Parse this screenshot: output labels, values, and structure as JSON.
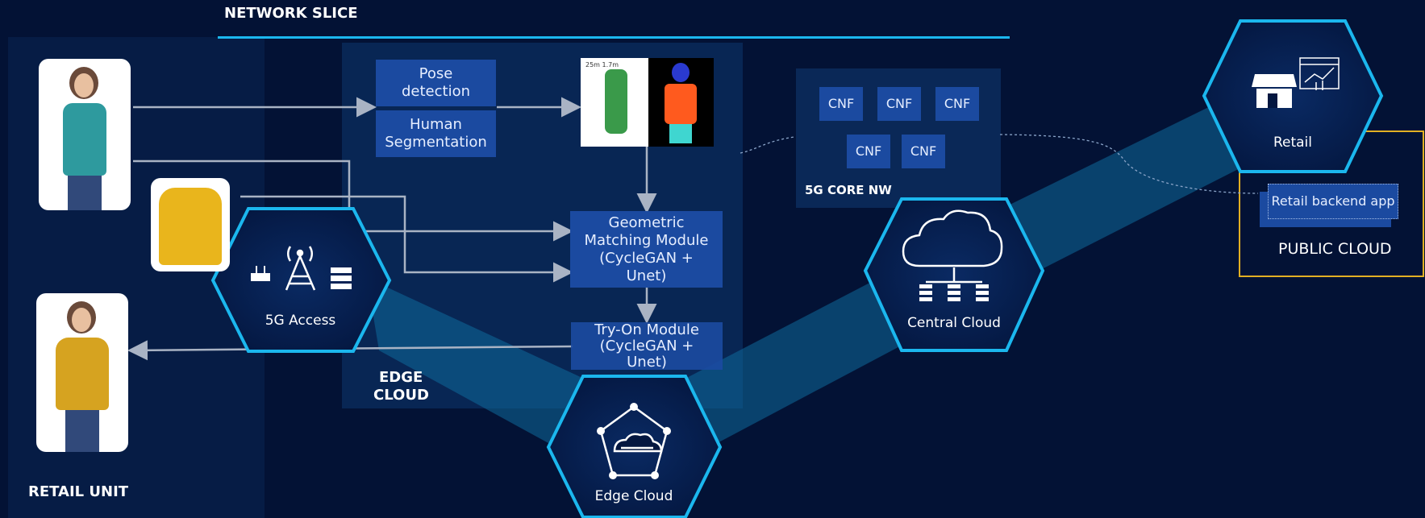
{
  "labels": {
    "network_slice": "NETWORK SLICE",
    "retail_unit": "RETAIL UNIT",
    "edge_cloud_panel_line1": "EDGE",
    "edge_cloud_panel_line2": "CLOUD",
    "core_nw": "5G CORE NW",
    "public_cloud": "PUBLIC CLOUD"
  },
  "modules": {
    "pose_line1": "Pose",
    "pose_line2": "detection",
    "seg_line1": "Human",
    "seg_line2": "Segmentation",
    "gmm_line1": "Geometric",
    "gmm_line2": "Matching Module",
    "gmm_line3": "(CycleGAN +",
    "gmm_line4": "Unet)",
    "tom_line1": "Try-On Module",
    "tom_line2": "(CycleGAN +",
    "tom_line3": "Unet)"
  },
  "cnf_boxes": [
    "CNF",
    "CNF",
    "CNF",
    "CNF",
    "CNF"
  ],
  "retail_backend": "Retail backend app",
  "hexagons": {
    "access": "5G Access",
    "edge": "Edge Cloud",
    "central": "Central Cloud",
    "retail": "Retail"
  },
  "pose_image_caption": "25m 1.7m",
  "colors": {
    "background": "#031235",
    "hex_border": "#1bb7ee",
    "module_fill": "#1b4aa0",
    "public_border": "#e2b023"
  }
}
